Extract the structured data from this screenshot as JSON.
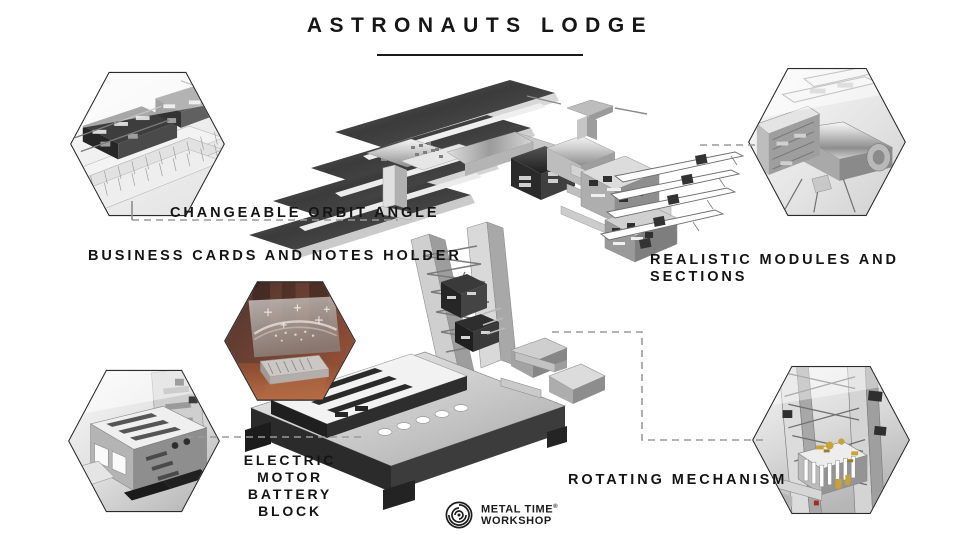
{
  "page": {
    "title": "ASTRONAUTS LODGE",
    "background_color": "#ffffff",
    "text_color": "#141414"
  },
  "features": [
    {
      "id": "changeable-orbit-angle",
      "label": "CHANGEABLE ORBIT ANGLE",
      "thumbnail_alt": "Solar array panels close-up",
      "position": "top-left"
    },
    {
      "id": "business-cards-and-notes-holder",
      "label": "BUSINESS CARDS AND NOTES HOLDER",
      "thumbnail_alt": "Metal card holder on wooden desk",
      "position": "center-left"
    },
    {
      "id": "realistic-modules-and-sections",
      "label": "REALISTIC MODULES AND SECTIONS",
      "thumbnail_alt": "Polished metal station modules",
      "position": "top-right"
    },
    {
      "id": "electric-motor-battery-block",
      "label": "ELECTRIC MOTOR\nBATTERY BLOCK",
      "thumbnail_alt": "Battery block and motor assembly",
      "position": "bottom-left"
    },
    {
      "id": "rotating-mechanism",
      "label": "ROTATING MECHANISM",
      "thumbnail_alt": "Brass gear rotating mechanism",
      "position": "bottom-right"
    }
  ],
  "product": {
    "illustration_alt": "International Space Station metal model kit with stand"
  },
  "brand": {
    "name_line1": "METAL TIME",
    "trademark": "®",
    "name_line2": "WORKSHOP",
    "mark": "spiral-circle-logo-icon"
  }
}
